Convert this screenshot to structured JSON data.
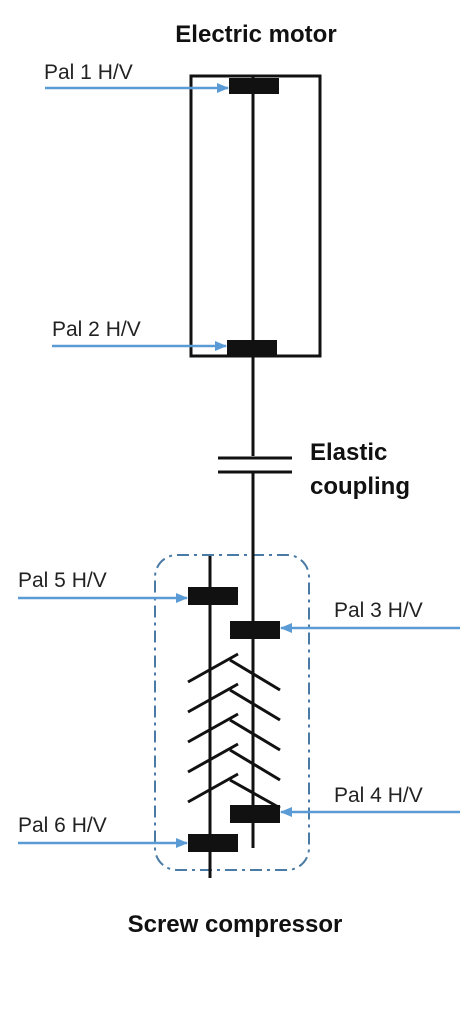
{
  "diagram": {
    "title_motor": "Electric motor",
    "title_compressor": "Screw compressor",
    "coupling_line1": "Elastic",
    "coupling_line2": "coupling",
    "bearings": [
      {
        "id": "pal1",
        "label": "Pal 1 H/V"
      },
      {
        "id": "pal2",
        "label": "Pal 2 H/V"
      },
      {
        "id": "pal3",
        "label": "Pal 3 H/V"
      },
      {
        "id": "pal4",
        "label": "Pal 4 H/V"
      },
      {
        "id": "pal5",
        "label": "Pal 5 H/V"
      },
      {
        "id": "pal6",
        "label": "Pal 6 H/V"
      }
    ]
  },
  "colors": {
    "arrow": "#5b9bd5",
    "housing_dash": "#4a7ba6",
    "line": "#111111"
  }
}
